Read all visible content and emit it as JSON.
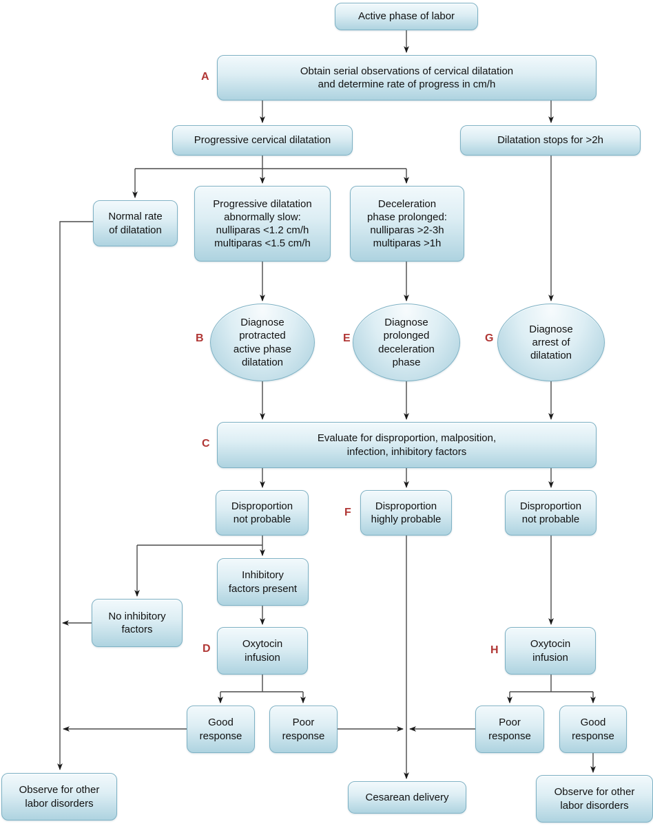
{
  "figure": {
    "title": "Active phase of labor management flowchart",
    "type": "clinical decision flowchart"
  },
  "palette": {
    "node_fill_top": "#f2f9fc",
    "node_fill_bottom": "#aed3e0",
    "node_border": "#7db1c4",
    "step_letter_color": "#b03634",
    "connector_color": "#4a4a4a",
    "arrowhead_color": "#1a1a1a",
    "text_color": "#111111",
    "background": "#ffffff"
  },
  "nodes": {
    "start": {
      "lines": [
        "Active phase of labor"
      ]
    },
    "obtain": {
      "letter": "A",
      "lines": [
        "Obtain serial observations of cervical dilatation",
        "and determine rate of progress in cm/h"
      ]
    },
    "progressive": {
      "lines": [
        "Progressive cervical dilatation"
      ]
    },
    "stops": {
      "lines": [
        "Dilatation stops for >2h"
      ]
    },
    "normal_rate": {
      "lines": [
        "Normal rate",
        "of dilatation"
      ]
    },
    "abn_slow": {
      "lines": [
        "Progressive dilatation",
        "abnormally slow:",
        "nulliparas <1.2 cm/h",
        "multiparas <1.5 cm/h"
      ]
    },
    "decel": {
      "lines": [
        "Deceleration",
        "phase prolonged:",
        "nulliparas >2-3h",
        "multiparas >1h"
      ]
    },
    "diag_protracted": {
      "letter": "B",
      "lines": [
        "Diagnose",
        "protracted",
        "active phase",
        "dilatation"
      ]
    },
    "diag_prolonged": {
      "letter": "E",
      "lines": [
        "Diagnose",
        "prolonged",
        "deceleration",
        "phase"
      ]
    },
    "diag_arrest": {
      "letter": "G",
      "lines": [
        "Diagnose",
        "arrest of",
        "dilatation"
      ]
    },
    "evaluate": {
      "letter": "C",
      "lines": [
        "Evaluate for disproportion, malposition,",
        "infection, inhibitory factors"
      ]
    },
    "disp_left": {
      "lines": [
        "Disproportion",
        "not probable"
      ]
    },
    "disp_center": {
      "letter": "F",
      "lines": [
        "Disproportion",
        "highly probable"
      ]
    },
    "disp_right": {
      "lines": [
        "Disproportion",
        "not probable"
      ]
    },
    "inhib_present": {
      "lines": [
        "Inhibitory",
        "factors present"
      ]
    },
    "no_inhib": {
      "lines": [
        "No inhibitory",
        "factors"
      ]
    },
    "oxytocin_d": {
      "letter": "D",
      "lines": [
        "Oxytocin",
        "infusion"
      ]
    },
    "oxytocin_h": {
      "letter": "H",
      "lines": [
        "Oxytocin",
        "infusion"
      ]
    },
    "good_left": {
      "lines": [
        "Good",
        "response"
      ]
    },
    "poor_left": {
      "lines": [
        "Poor",
        "response"
      ]
    },
    "poor_right": {
      "lines": [
        "Poor",
        "response"
      ]
    },
    "good_right": {
      "lines": [
        "Good",
        "response"
      ]
    },
    "observe_left": {
      "lines": [
        "Observe for other",
        "labor disorders"
      ]
    },
    "cesarean": {
      "lines": [
        "Cesarean delivery"
      ]
    },
    "observe_right": {
      "lines": [
        "Observe for other",
        "labor disorders"
      ]
    }
  }
}
